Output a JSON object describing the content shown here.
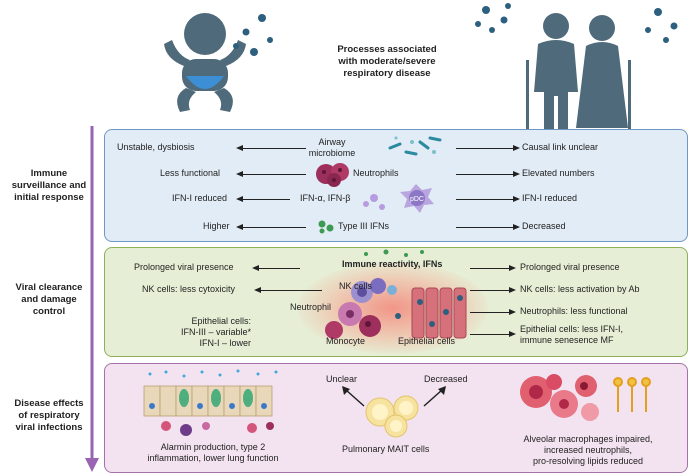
{
  "header": {
    "title_line1": "Processes associated",
    "title_line2": "with moderate/severe",
    "title_line3": "respiratory disease"
  },
  "sections": {
    "immune": {
      "line1": "Immune",
      "line2": "surveillance and",
      "line3": "initial response"
    },
    "viral": {
      "line1": "Viral clearance",
      "line2": "and damage",
      "line3": "control"
    },
    "disease": {
      "line1": "Disease effects",
      "line2": "of respiratory",
      "line3": "viral infections"
    }
  },
  "panel1": {
    "rows": [
      {
        "left": "Unstable, dysbiosis",
        "center1": "Airway",
        "center2": "microbiome",
        "right": "Causal link unclear"
      },
      {
        "left": "Less functional",
        "center1": "Neutrophils",
        "right": "Elevated numbers"
      },
      {
        "left": "IFN-I reduced",
        "center1": "IFN-α, IFN-β",
        "right": "IFN-I reduced"
      },
      {
        "left": "Higher",
        "center1": "Type III IFNs",
        "right": "Decreased"
      }
    ],
    "pdc_label": "pDC"
  },
  "panel2": {
    "title": "Immune reactivity, IFNs",
    "left": {
      "r1": "Prolonged viral presence",
      "r2": "NK cells: less cytoxicity",
      "r3a": "Epithelial cells:",
      "r3b": "IFN-III – variable*",
      "r3c": "IFN-I – lower"
    },
    "right": {
      "r1": "Prolonged viral presence",
      "r2": "NK cells: less activation by Ab",
      "r3": "Neutrophils: less functional",
      "r4a": "Epithelial cells: less IFN-I,",
      "r4b": "immune senesence MF"
    },
    "cells": {
      "nk": "NK cells",
      "neutrophil": "Neutrophil",
      "monocyte": "Monocyte",
      "epithelial": "Epithelial cells"
    }
  },
  "panel3": {
    "left_caption1": "Alarmin production, type 2",
    "left_caption2": "inflammation, lower lung function",
    "unclear": "Unclear",
    "decreased": "Decreased",
    "mait": "Pulmonary MAIT cells",
    "right_caption1": "Alveolar macrophages impaired,",
    "right_caption2": "increased neutrophils,",
    "right_caption3": "pro-resolving lipids reduced"
  },
  "colors": {
    "panel1_bg": "#e2ecf6",
    "panel1_border": "#6f97c4",
    "panel2_bg": "#e6efd6",
    "panel2_border": "#8fb05a",
    "panel3_bg": "#f3e3f0",
    "panel3_border": "#a572a8",
    "timeline": "#9a64b4",
    "person": "#4f6a7a",
    "virus": "#2d5f7f",
    "diaper": "#3c8fd4"
  }
}
